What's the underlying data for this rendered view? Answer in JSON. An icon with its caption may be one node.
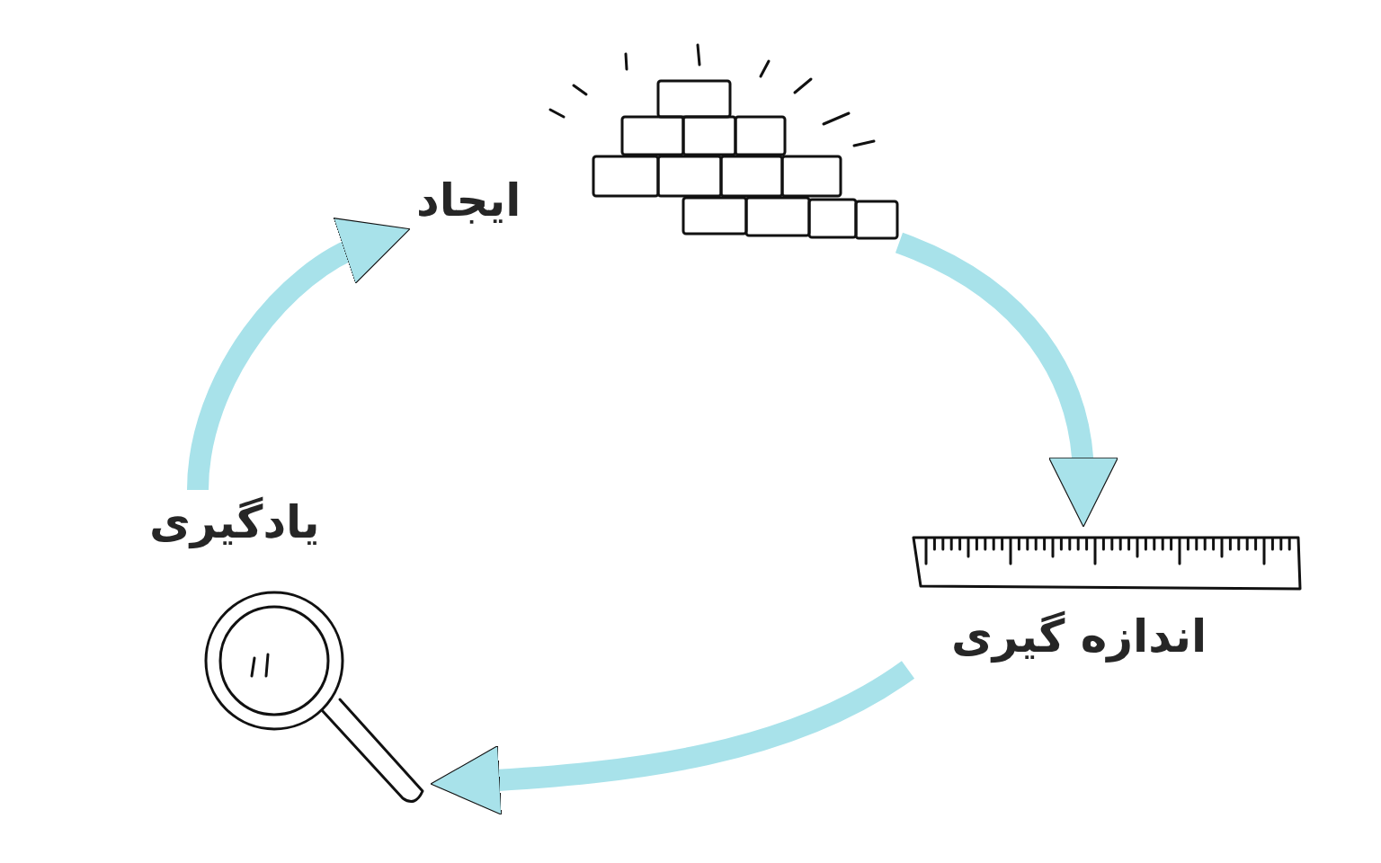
{
  "diagram": {
    "nodes": [
      {
        "text": [
          "ایجاد"
        ]
      },
      {
        "text": [
          "اندازه گیری"
        ]
      },
      {
        "text": [
          "یادگیری"
        ]
      }
    ],
    "edges": [
      {
        "from": 0,
        "to": 1,
        "arrow": "to"
      },
      {
        "from": 1,
        "to": 2,
        "arrow": "to"
      },
      {
        "from": 2,
        "to": 0,
        "arrow": "to"
      }
    ]
  }
}
